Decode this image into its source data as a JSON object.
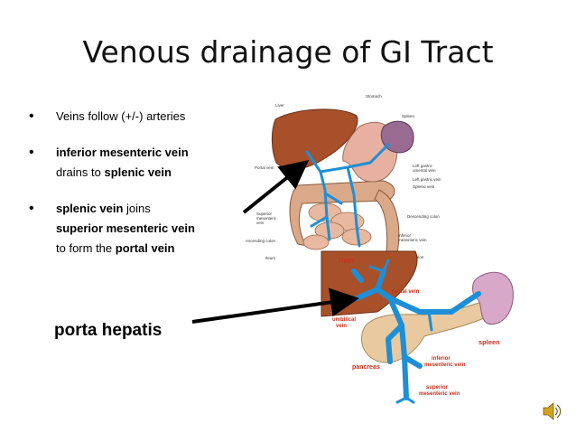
{
  "slide": {
    "title": "Venous drainage of GI Tract",
    "bullets": [
      {
        "lines": [
          [
            {
              "t": "Veins follow (+/-) arteries",
              "bold": false
            }
          ]
        ]
      },
      {
        "lines": [
          [
            {
              "t": "inferior mesenteric vein",
              "bold": true
            }
          ],
          [
            {
              "t": "drains to ",
              "bold": false
            },
            {
              "t": "splenic vein",
              "bold": true
            }
          ]
        ]
      },
      {
        "lines": [
          [
            {
              "t": "splenic vein",
              "bold": true
            },
            {
              "t": " joins",
              "bold": false
            }
          ],
          [
            {
              "t": "superior mesenteric vein",
              "bold": true
            }
          ],
          [
            {
              "t": "to form the ",
              "bold": false
            },
            {
              "t": "portal vein",
              "bold": true
            }
          ]
        ]
      }
    ],
    "callout": "porta hepatis"
  },
  "top_figure": {
    "labels": {
      "liver": "Liver",
      "stomach": "Stomach",
      "spleen": "Spleen",
      "portal_vein": "Portal vein",
      "left_gastroomental": "Left gastro-\nomental vein",
      "left_gastric": "Left gastric vein",
      "splenic": "Splenic vein",
      "desc_colon": "Descending colon",
      "sup_mes": "Superior\nmesenteric\nvein",
      "asc_colon": "Ascending colon",
      "inf_mes": "Inferior\nmesenteric vein",
      "ileum": "Ileum",
      "sigmoid": "Sigmoid colon"
    }
  },
  "bottom_figure": {
    "labels": {
      "liver": "liver",
      "portal_vein": "portal vein",
      "umbilical": "umbilical\nvein",
      "spleen": "spleen",
      "pancreas": "pancreas",
      "inferior": "inferior\nmesenteric vein",
      "superior": "superior\nmesenteric vein"
    }
  },
  "colors": {
    "vein": "#1e8fd6",
    "liver": "#a8502a",
    "label_red": "#c8321e",
    "tan": "#e8c9a0"
  },
  "icons": {
    "speaker": "speaker-icon"
  }
}
